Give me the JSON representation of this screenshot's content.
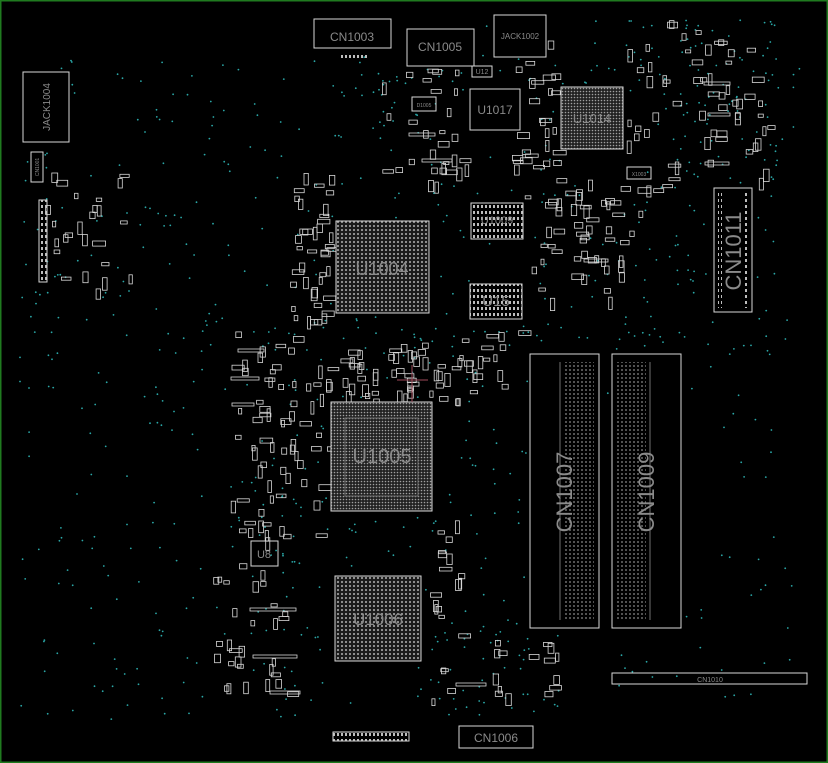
{
  "colors": {
    "background": "#000000",
    "board_border": "#1f7a1f",
    "outline": "#d8d8d8",
    "label": "#8a8a8a",
    "via": "#2aa7a7",
    "marker": "#a04a5a"
  },
  "labels": {
    "cn1003": "CN1003",
    "cn1005": "CN1005",
    "jack1002": "JACK1002",
    "jack1004": "JACK1004",
    "u12": "U12",
    "u1017": "U1017",
    "u1014": "U1014",
    "u1009": "U1009",
    "u1004": "U1004",
    "u15": "U15",
    "cn1011": "CN1011",
    "u1005": "U1005",
    "cn1007": "CN1007",
    "cn1009": "CN1009",
    "u8": "U8",
    "u1006": "U1006",
    "cn1010": "CN1010",
    "cn1006": "CN1006",
    "cn1001": "CN1001",
    "x1003": "X1003",
    "d1005": "D1005"
  }
}
